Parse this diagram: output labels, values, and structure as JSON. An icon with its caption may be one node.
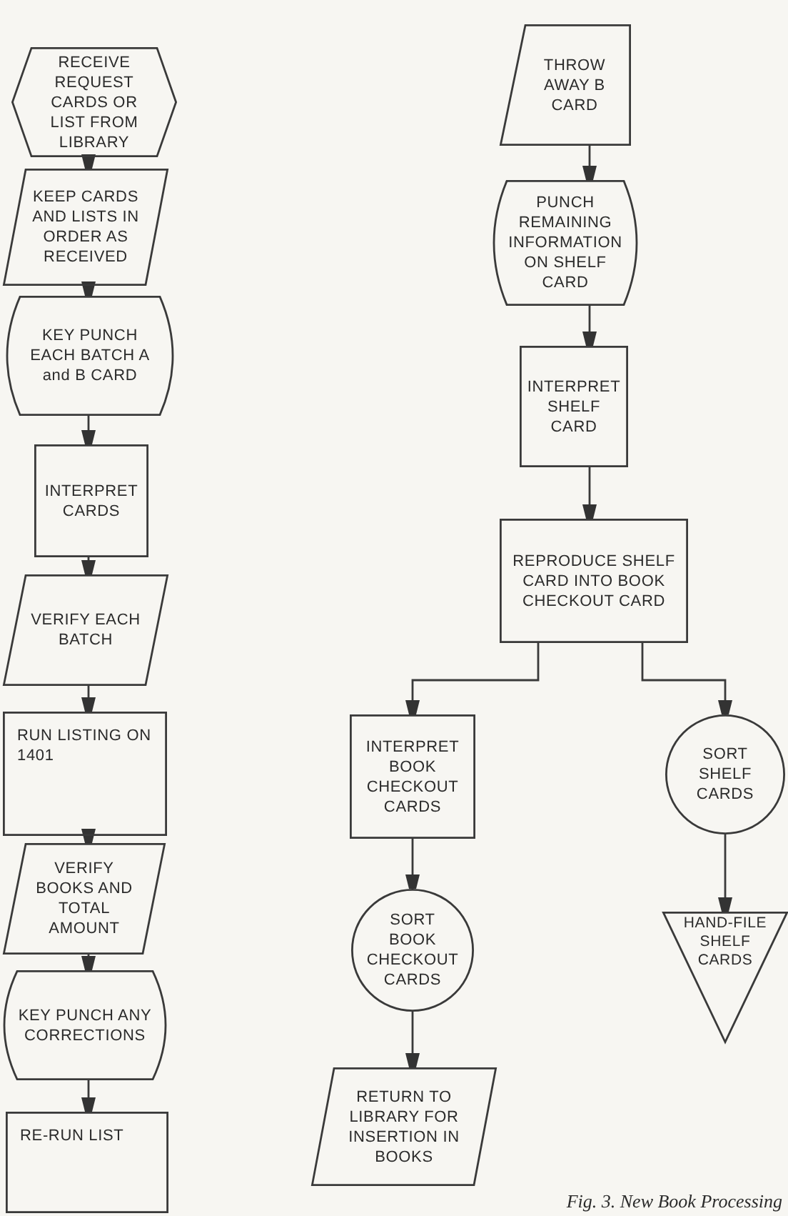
{
  "diagram": {
    "caption": "Fig. 3. New Book Processing",
    "nodes": [
      {
        "text": [
          "RECEIVE REQUEST CARDS OR LIST FROM LIBRARY"
        ]
      },
      {
        "text": [
          "KEEP CARDS AND LISTS IN ORDER AS RECEIVED"
        ]
      },
      {
        "text": [
          "KEY PUNCH EACH BATCH A and B CARD"
        ]
      },
      {
        "text": [
          "INTERPRET CARDS"
        ]
      },
      {
        "text": [
          "VERIFY EACH BATCH"
        ]
      },
      {
        "text": [
          "RUN LISTING ON 1401"
        ]
      },
      {
        "text": [
          "VERIFY BOOKS AND TOTAL AMOUNT"
        ]
      },
      {
        "text": [
          "KEY PUNCH ANY CORRECTIONS"
        ]
      },
      {
        "text": [
          "RE-RUN LIST"
        ]
      },
      {
        "text": [
          "THROW AWAY B CARD"
        ]
      },
      {
        "text": [
          "PUNCH REMAINING INFORMATION ON SHELF CARD"
        ]
      },
      {
        "text": [
          "INTERPRET SHELF CARD"
        ]
      },
      {
        "text": [
          "REPRODUCE SHELF CARD INTO BOOK CHECKOUT CARD"
        ]
      },
      {
        "text": [
          "INTERPRET BOOK CHECKOUT CARDS"
        ]
      },
      {
        "text": [
          "SORT SHELF CARDS"
        ]
      },
      {
        "text": [
          "SORT BOOK CHECKOUT CARDS"
        ]
      },
      {
        "text": [
          "RETURN TO LIBRARY FOR INSERTION IN BOOKS"
        ]
      },
      {
        "text": [
          "HAND-FILE SHELF CARDS"
        ]
      }
    ],
    "edges": [
      {
        "from": 0,
        "to": 1,
        "arrow": "to"
      },
      {
        "from": 1,
        "to": 2,
        "arrow": "to"
      },
      {
        "from": 2,
        "to": 3,
        "arrow": "to"
      },
      {
        "from": 3,
        "to": 4,
        "arrow": "to"
      },
      {
        "from": 4,
        "to": 5,
        "arrow": "to"
      },
      {
        "from": 5,
        "to": 6,
        "arrow": "to"
      },
      {
        "from": 6,
        "to": 7,
        "arrow": "to"
      },
      {
        "from": 7,
        "to": 8,
        "arrow": "to"
      },
      {
        "from": 9,
        "to": 10,
        "arrow": "to"
      },
      {
        "from": 10,
        "to": 11,
        "arrow": "to"
      },
      {
        "from": 11,
        "to": 12,
        "arrow": "to"
      },
      {
        "from": 12,
        "to": 13,
        "arrow": "to"
      },
      {
        "from": 12,
        "to": 14,
        "arrow": "to"
      },
      {
        "from": 13,
        "to": 15,
        "arrow": "to"
      },
      {
        "from": 14,
        "to": 17,
        "arrow": "to"
      },
      {
        "from": 15,
        "to": 16,
        "arrow": "to"
      }
    ]
  }
}
